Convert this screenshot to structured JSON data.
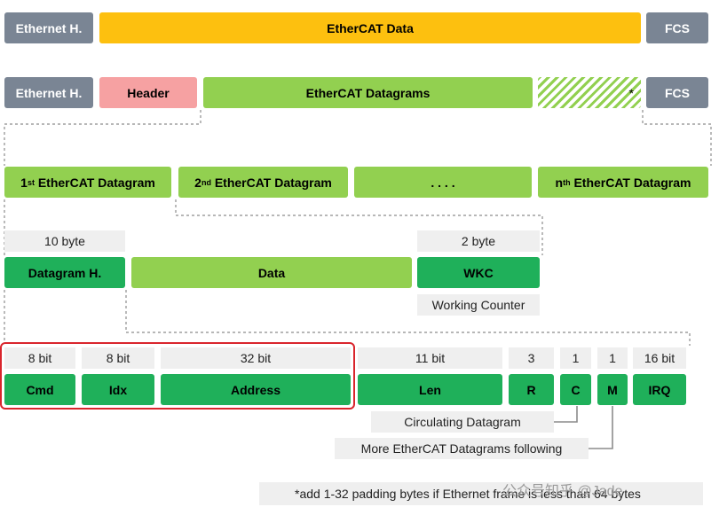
{
  "row1": {
    "ethernet_header": "Ethernet H.",
    "ethercat_data": "EtherCAT Data",
    "fcs": "FCS"
  },
  "row2": {
    "ethernet_header": "Ethernet H.",
    "header": "Header",
    "ethercat_datagrams": "EtherCAT Datagrams",
    "padding_marker": "*",
    "fcs": "FCS"
  },
  "row3": {
    "datagram1_prefix": "1",
    "datagram1_sup": "st",
    "datagram1_suffix": " EtherCAT Datagram",
    "datagram2_prefix": "2",
    "datagram2_sup": "nd",
    "datagram2_suffix": " EtherCAT Datagram",
    "ellipsis": ". . . .",
    "datagramn_prefix": "n",
    "datagramn_sup": "th",
    "datagramn_suffix": " EtherCAT Datagram"
  },
  "row4": {
    "header_size": "10 byte",
    "wkc_size": "2 byte",
    "datagram_header": "Datagram H.",
    "data": "Data",
    "wkc": "WKC",
    "working_counter": "Working Counter"
  },
  "row5": {
    "sizes": {
      "cmd": "8 bit",
      "idx": "8 bit",
      "address": "32 bit",
      "len": "11 bit",
      "r": "3",
      "c": "1",
      "m": "1",
      "irq": "16 bit"
    },
    "fields": {
      "cmd": "Cmd",
      "idx": "Idx",
      "address": "Address",
      "len": "Len",
      "r": "R",
      "c": "C",
      "m": "M",
      "irq": "IRQ"
    },
    "circulating": "Circulating Datagram",
    "more_following": "More EtherCAT Datagrams following"
  },
  "footnote": "*add 1-32 padding bytes if Ethernet frame is less than 64 bytes",
  "watermark": "公众号知乎 @Jade"
}
